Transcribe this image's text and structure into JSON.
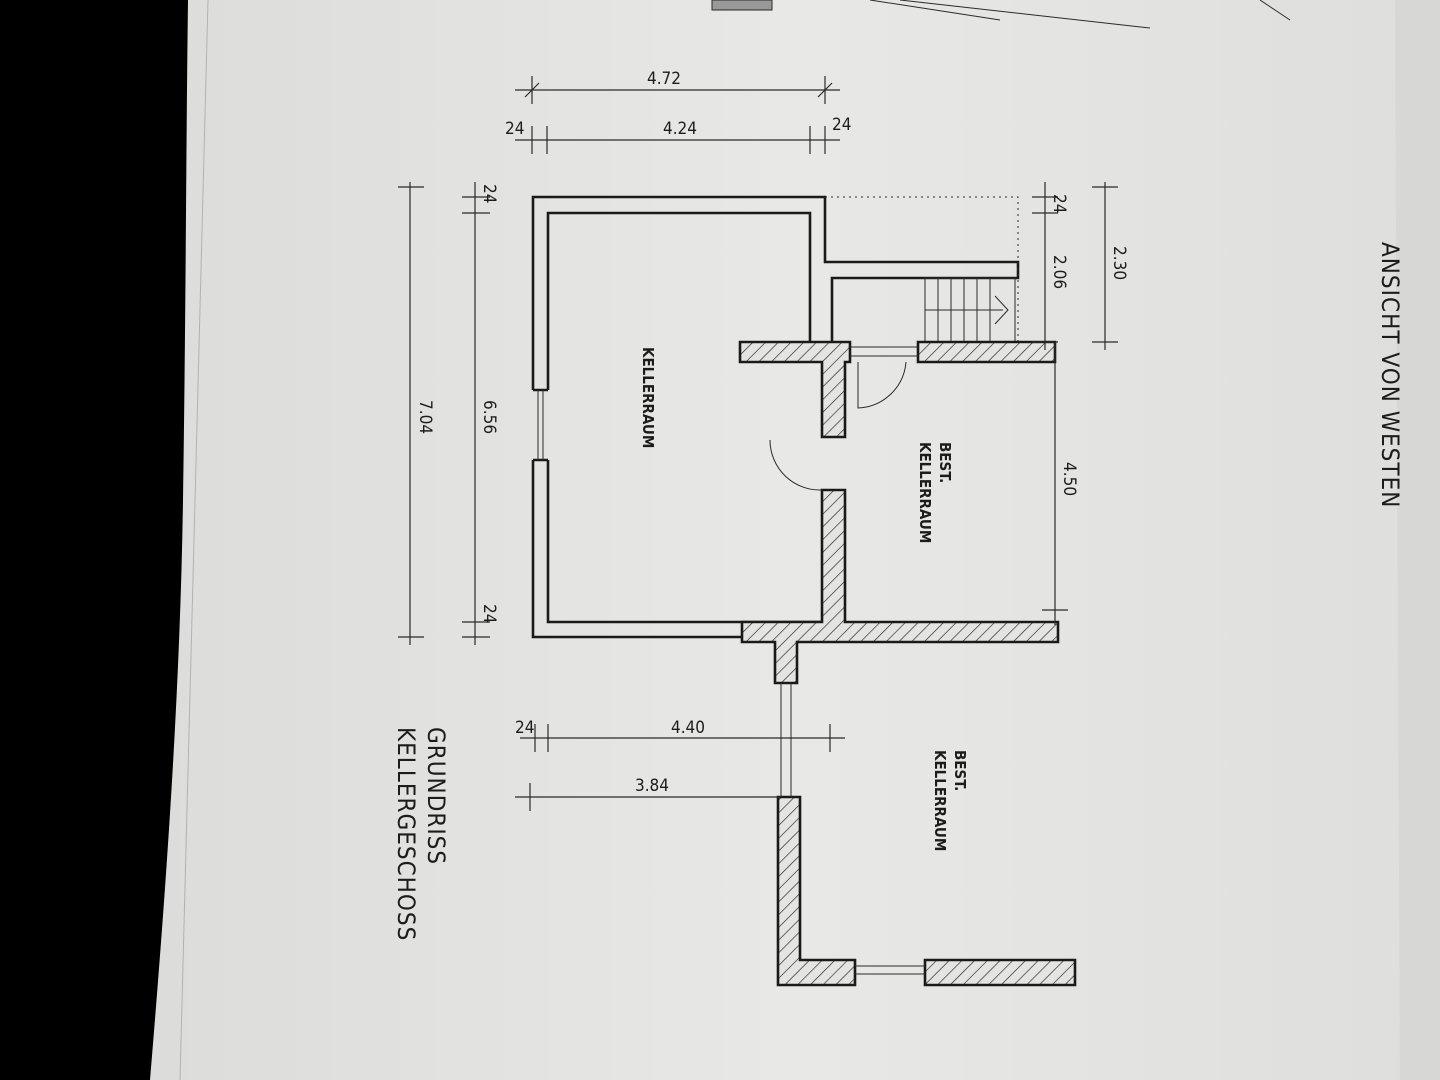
{
  "drawing": {
    "view_title": "ANSICHT VON WESTEN",
    "plan_title_line1": "GRUNDRISS",
    "plan_title_line2": "KELLERGESCHOSS",
    "rooms": [
      {
        "line1": "KELLERRAUM",
        "line2": ""
      },
      {
        "line1": "BEST.",
        "line2": "KELLERRAUM"
      },
      {
        "line1": "BEST.",
        "line2": "KELLERRAUM"
      }
    ],
    "dimensions": {
      "top_overall": "4.72",
      "top_inner": "4.24",
      "top_left_wall": "24",
      "top_right_wall": "24",
      "left_overall": "7.04",
      "left_inner": "6.56",
      "left_top_wall": "24",
      "left_bottom_wall": "24",
      "stair_wall": "24",
      "stair_inner": "2.06",
      "stair_overall": "2.30",
      "existing_room_depth": "4.50",
      "lower_wall": "24",
      "lower_overall": "4.40",
      "lower_window_offset": "3.84"
    }
  }
}
